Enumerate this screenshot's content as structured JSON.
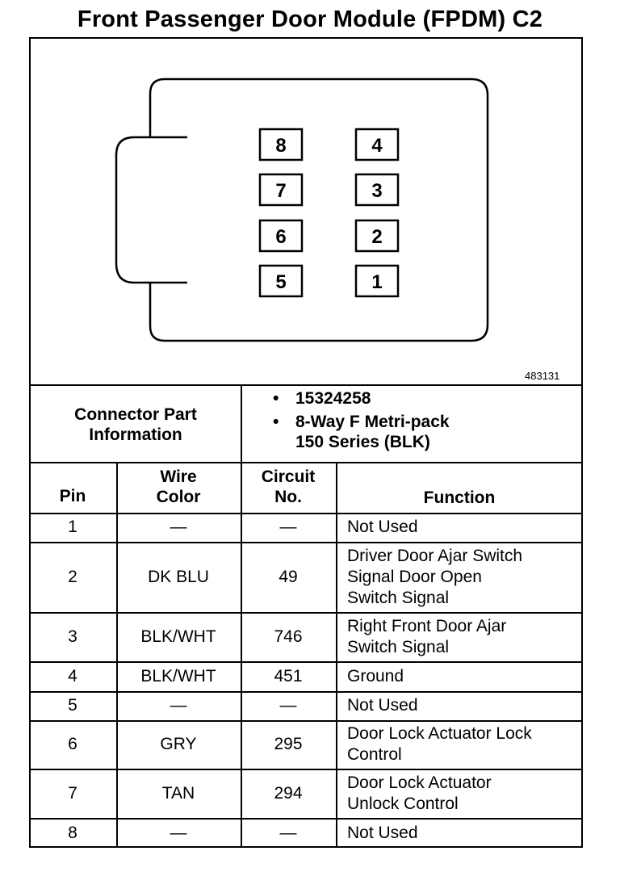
{
  "title": "Front Passenger Door Module (FPDM) C2",
  "diagram": {
    "figure_id": "483131",
    "pins_left": [
      "8",
      "7",
      "6",
      "5"
    ],
    "pins_right": [
      "4",
      "3",
      "2",
      "1"
    ]
  },
  "connector_info": {
    "label_line1": "Connector Part",
    "label_line2": "Information",
    "bullet": "•",
    "part_number": "15324258",
    "desc_line1": "8-Way F Metri-pack",
    "desc_line2": "150 Series (BLK)"
  },
  "table": {
    "headers": {
      "pin": "Pin",
      "wire_color_line1": "Wire",
      "wire_color_line2": "Color",
      "circuit_line1": "Circuit",
      "circuit_line2": "No.",
      "function": "Function"
    },
    "rows": [
      {
        "pin": "1",
        "wire": "—",
        "circuit": "—",
        "function": "Not Used"
      },
      {
        "pin": "2",
        "wire": "DK BLU",
        "circuit": "49",
        "function": "Driver Door Ajar Switch\nSignal Door Open\nSwitch Signal"
      },
      {
        "pin": "3",
        "wire": "BLK/WHT",
        "circuit": "746",
        "function": "Right Front Door Ajar\nSwitch Signal"
      },
      {
        "pin": "4",
        "wire": "BLK/WHT",
        "circuit": "451",
        "function": "Ground"
      },
      {
        "pin": "5",
        "wire": "—",
        "circuit": "—",
        "function": "Not Used"
      },
      {
        "pin": "6",
        "wire": "GRY",
        "circuit": "295",
        "function": "Door Lock Actuator Lock\nControl"
      },
      {
        "pin": "7",
        "wire": "TAN",
        "circuit": "294",
        "function": "Door Lock Actuator\nUnlock Control"
      },
      {
        "pin": "8",
        "wire": "—",
        "circuit": "—",
        "function": "Not Used"
      }
    ]
  }
}
